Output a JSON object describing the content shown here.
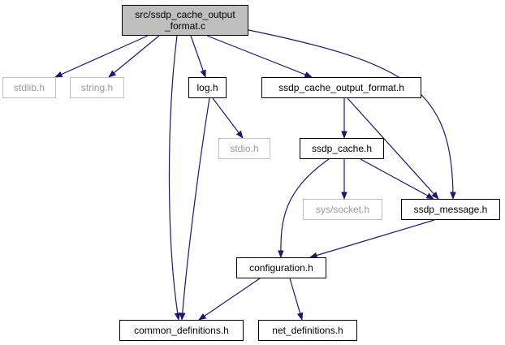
{
  "graph": {
    "nodes": [
      {
        "id": "root",
        "label_lines": [
          "src/ssdp_cache_output",
          "_format.c"
        ],
        "style": "root"
      },
      {
        "id": "stdlib",
        "label_lines": [
          "stdlib.h"
        ],
        "style": "external"
      },
      {
        "id": "string",
        "label_lines": [
          "string.h"
        ],
        "style": "external"
      },
      {
        "id": "log",
        "label_lines": [
          "log.h"
        ],
        "style": "normal"
      },
      {
        "id": "scof",
        "label_lines": [
          "ssdp_cache_output_format.h"
        ],
        "style": "normal"
      },
      {
        "id": "stdio",
        "label_lines": [
          "stdio.h"
        ],
        "style": "external"
      },
      {
        "id": "cache",
        "label_lines": [
          "ssdp_cache.h"
        ],
        "style": "normal"
      },
      {
        "id": "socket",
        "label_lines": [
          "sys/socket.h"
        ],
        "style": "external"
      },
      {
        "id": "message",
        "label_lines": [
          "ssdp_message.h"
        ],
        "style": "normal"
      },
      {
        "id": "config",
        "label_lines": [
          "configuration.h"
        ],
        "style": "normal"
      },
      {
        "id": "common",
        "label_lines": [
          "common_definitions.h"
        ],
        "style": "normal"
      },
      {
        "id": "net",
        "label_lines": [
          "net_definitions.h"
        ],
        "style": "normal"
      }
    ],
    "edges": [
      {
        "from": "root",
        "to": "stdlib"
      },
      {
        "from": "root",
        "to": "string"
      },
      {
        "from": "root",
        "to": "log"
      },
      {
        "from": "root",
        "to": "scof"
      },
      {
        "from": "root",
        "to": "message"
      },
      {
        "from": "root",
        "to": "common"
      },
      {
        "from": "log",
        "to": "stdio"
      },
      {
        "from": "log",
        "to": "common"
      },
      {
        "from": "scof",
        "to": "cache"
      },
      {
        "from": "scof",
        "to": "message"
      },
      {
        "from": "cache",
        "to": "socket"
      },
      {
        "from": "cache",
        "to": "message"
      },
      {
        "from": "cache",
        "to": "config"
      },
      {
        "from": "message",
        "to": "config"
      },
      {
        "from": "config",
        "to": "common"
      },
      {
        "from": "config",
        "to": "net"
      }
    ],
    "colors": {
      "edge": "#191970",
      "root_fill": "#bfbfbf",
      "node_border": "#000000",
      "external_border": "#bfbfbf",
      "external_text": "#9a9a9a"
    }
  }
}
